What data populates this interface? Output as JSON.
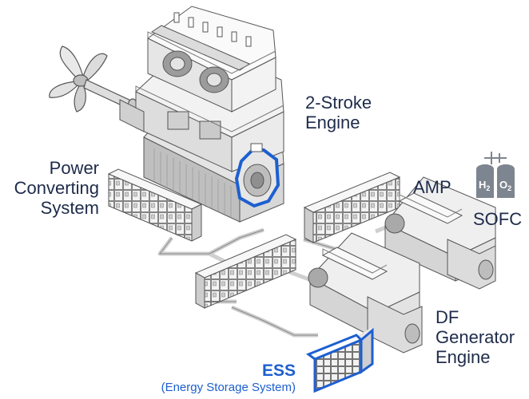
{
  "labels": {
    "two_stroke": [
      "2-Stroke",
      "Engine"
    ],
    "power_converting": [
      "Power",
      "Converting",
      "System"
    ],
    "amp": "AMP",
    "sofc": "SOFC",
    "df_generator": [
      "DF",
      "Generator",
      "Engine"
    ],
    "ess_title": "ESS",
    "ess_subtitle": "(Energy Storage System)"
  },
  "sofc_cells": [
    "H",
    "2",
    "O",
    "2"
  ],
  "colors": {
    "text": "#1e2b4a",
    "highlight": "#1d5fd0",
    "line": "#555555",
    "fill_light": "#f5f5f5",
    "fill_mid": "#d9d9d9",
    "fill_dark": "#a8a8a8",
    "sofc_fill": "#7d8590"
  },
  "icons": [
    "propeller-icon",
    "two-stroke-engine-icon",
    "motor-icon",
    "switchboard-icon",
    "generator-engine-icon",
    "battery-rack-icon",
    "hydrogen-tank-icon"
  ]
}
